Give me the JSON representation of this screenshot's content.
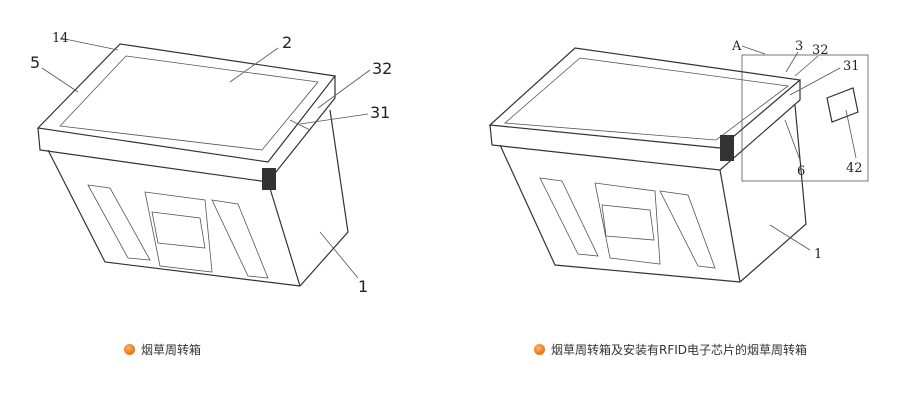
{
  "figures": [
    {
      "callouts": [
        "14",
        "2",
        "5",
        "32",
        "31",
        "1"
      ],
      "caption": "烟草周转箱"
    },
    {
      "callouts": [
        "A",
        "3",
        "32",
        "31",
        "6",
        "42",
        "1"
      ],
      "caption": "烟草周转箱及安装有RFID电子芯片的烟草周转箱"
    }
  ],
  "colors": {
    "bullet": "#f07a1a",
    "line": "#333333"
  }
}
